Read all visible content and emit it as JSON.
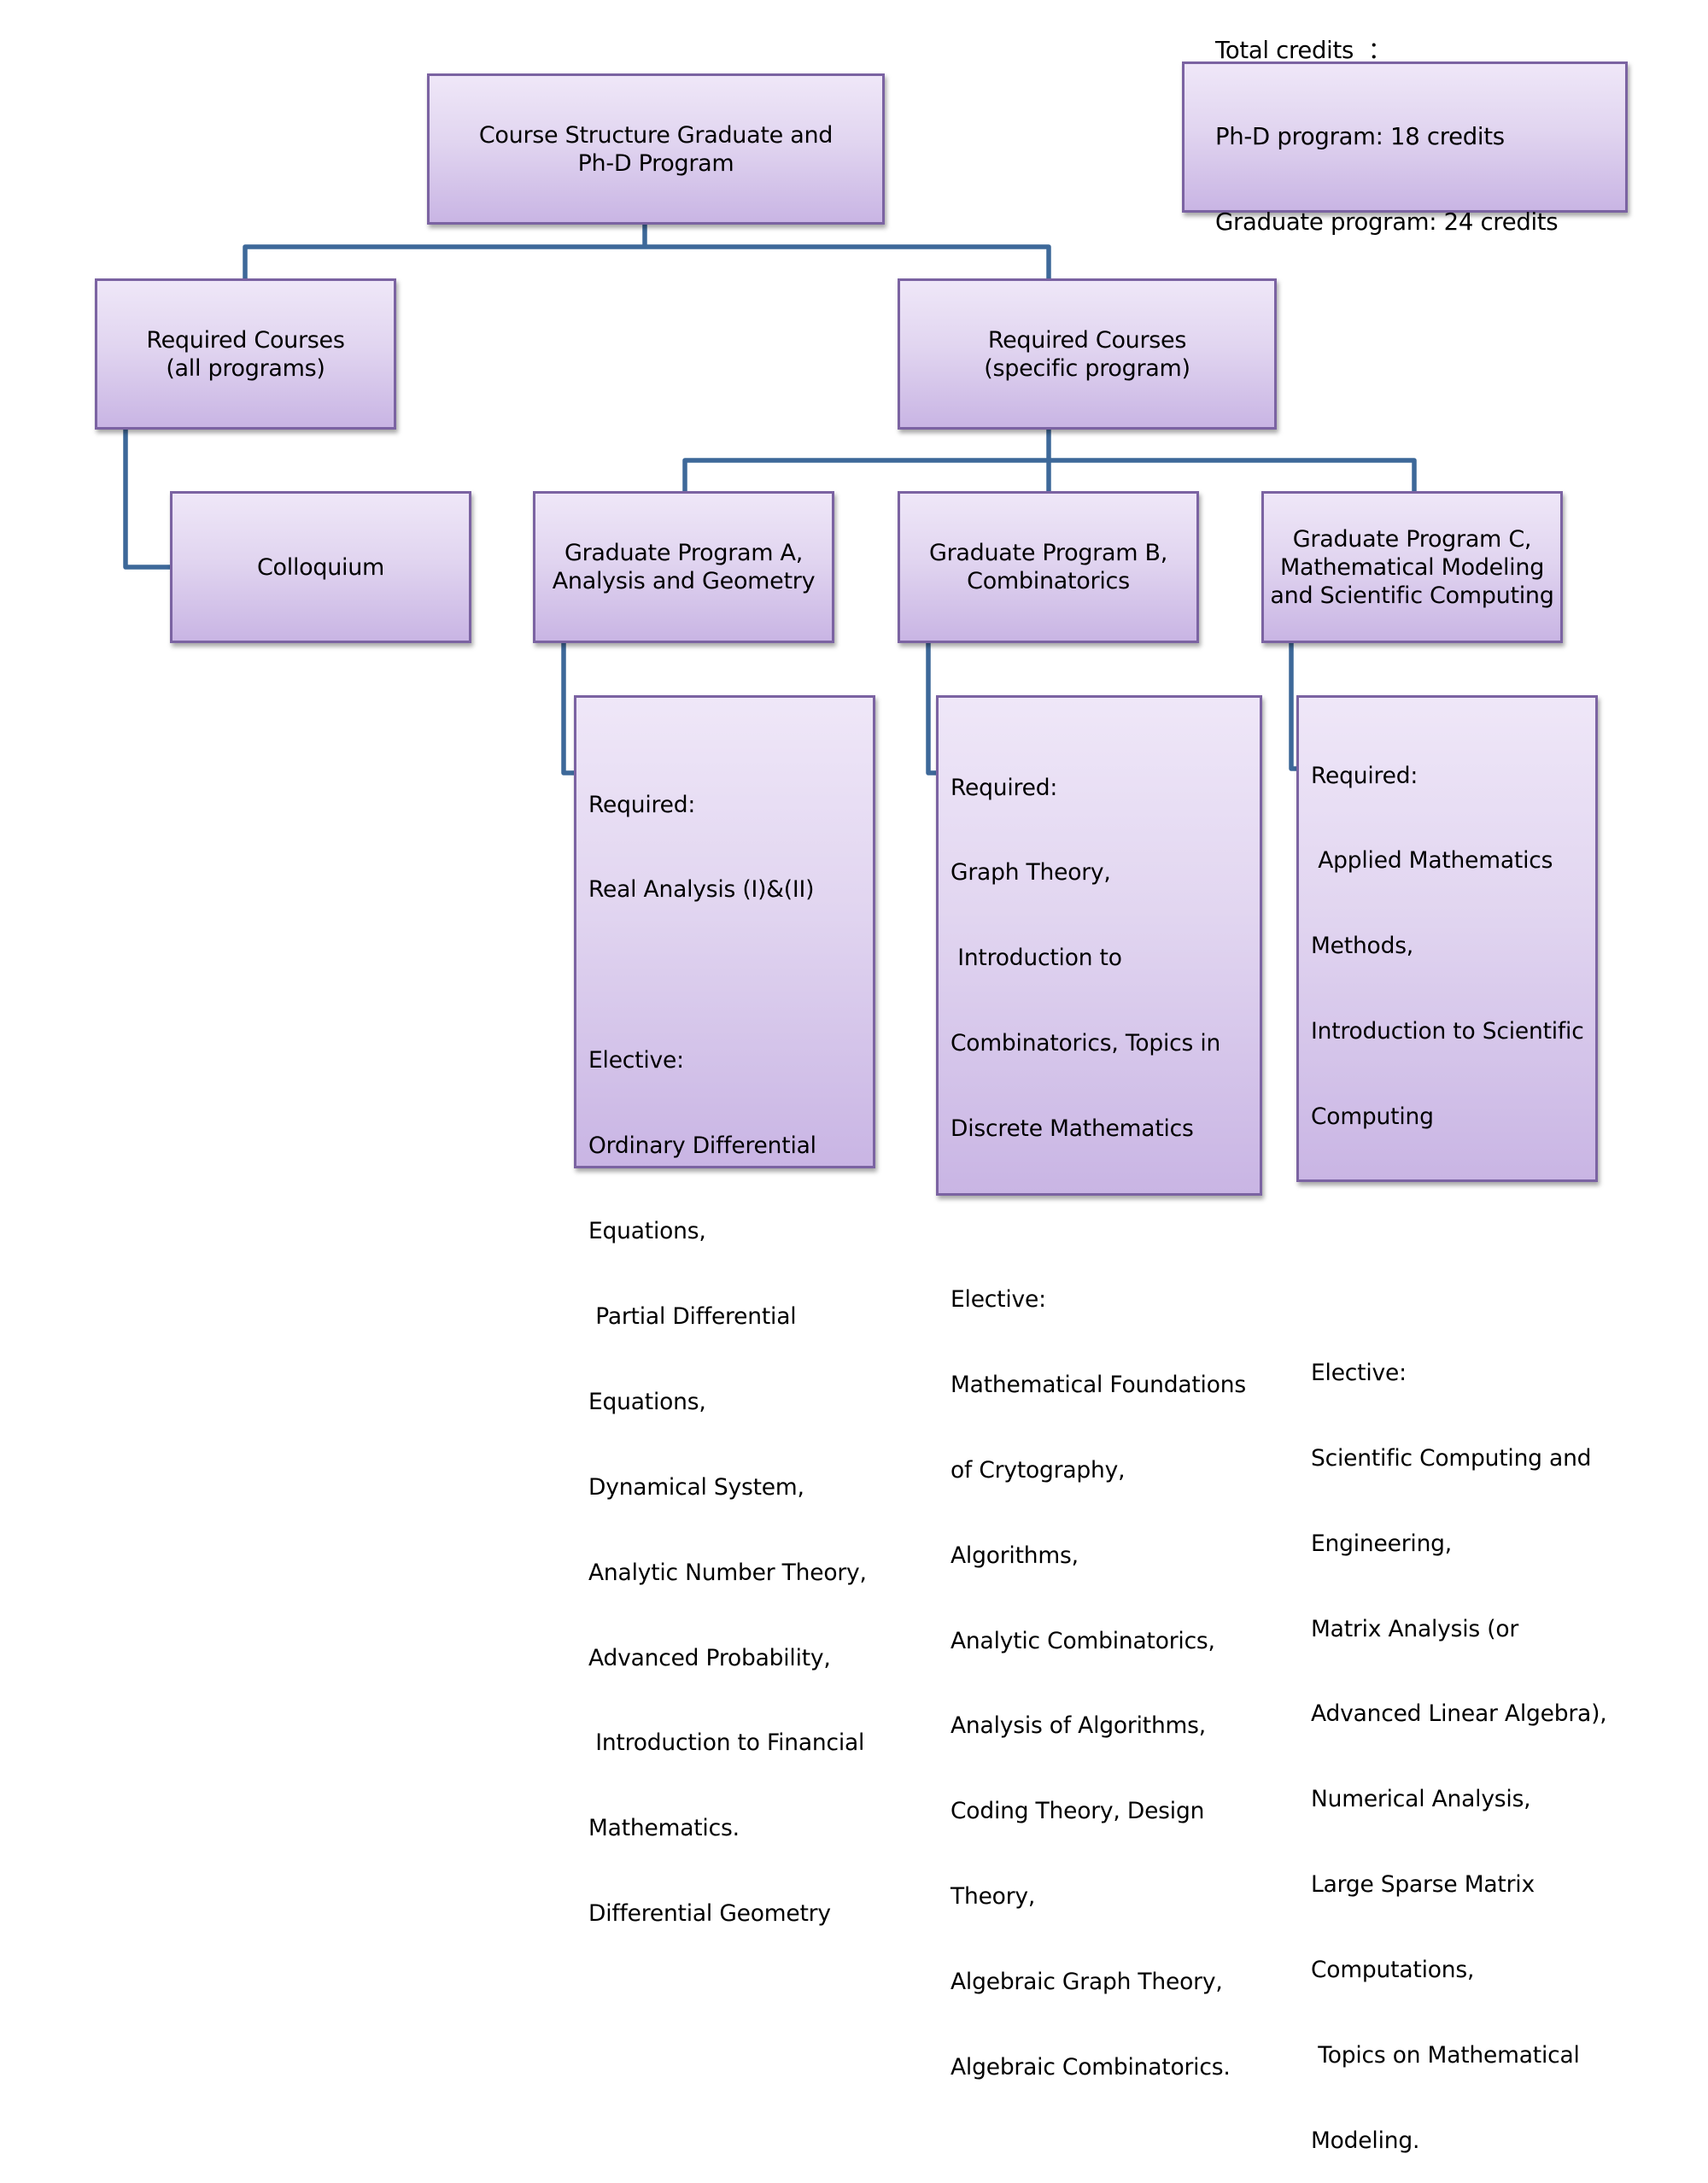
{
  "diagram": {
    "root": {
      "label": "Course Structure Graduate and\nPh-D Program"
    },
    "credits_box": {
      "heading": "Total credits  ：",
      "lines": [
        "Ph-D program: 18 credits",
        "Graduate program: 24 credits"
      ]
    },
    "level1": {
      "all_programs": {
        "label": "Required Courses\n(all programs)"
      },
      "specific_program": {
        "label": "Required Courses\n(specific program)"
      }
    },
    "colloquium": {
      "label": "Colloquium"
    },
    "programs": [
      {
        "label": "Graduate Program A,\nAnalysis and Geometry",
        "details": {
          "required_heading": "Required:",
          "required_lines": [
            "Real Analysis (I)&(II)"
          ],
          "elective_heading": "Elective:",
          "elective_lines": [
            "Ordinary Differential",
            "Equations,",
            " Partial Differential",
            "Equations,",
            "Dynamical System,",
            "Analytic Number Theory,",
            "Advanced Probability,",
            " Introduction to Financial",
            "Mathematics.",
            "Differential Geometry"
          ]
        }
      },
      {
        "label": "Graduate Program B,\nCombinatorics",
        "details": {
          "required_heading": "Required:",
          "required_lines": [
            "Graph Theory,",
            " Introduction to",
            "Combinatorics, Topics in",
            "Discrete Mathematics"
          ],
          "elective_heading": "Elective:",
          "elective_lines": [
            "Mathematical Foundations",
            "of Crytography,",
            "Algorithms,",
            "Analytic Combinatorics,",
            "Analysis of Algorithms,",
            "Coding Theory, Design",
            "Theory,",
            "Algebraic Graph Theory,",
            "Algebraic Combinatorics."
          ]
        }
      },
      {
        "label": "Graduate Program C,\nMathematical Modeling\nand Scientific Computing",
        "details": {
          "required_heading": "Required:",
          "required_lines": [
            " Applied Mathematics",
            "Methods,",
            "Introduction to Scientific",
            "Computing"
          ],
          "elective_heading": "Elective:",
          "elective_lines": [
            "Scientific Computing and",
            "Engineering,",
            "Matrix Analysis (or",
            "Advanced Linear Algebra),",
            "Numerical Analysis,",
            "Large Sparse Matrix",
            "Computations,",
            " Topics on Mathematical",
            "Modeling."
          ]
        }
      }
    ],
    "colors": {
      "connector": "#3d6899",
      "box_border": "#7b63a2",
      "box_fill_top": "#efe7f8",
      "box_fill_bottom": "#c9b5e4"
    }
  }
}
